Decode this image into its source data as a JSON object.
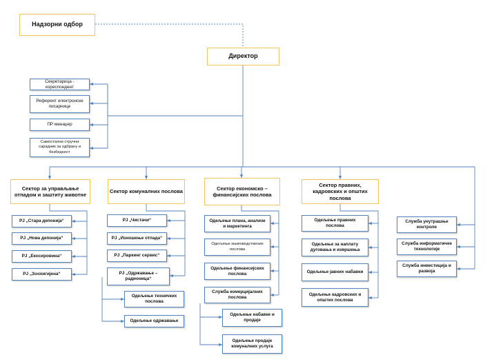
{
  "top": {
    "board": "Надзорни одбор",
    "director": "Директор"
  },
  "staff": [
    "Секретарица - кореспондент",
    "Референт електронске писарнице",
    "ПР менаџер",
    "Самостални стручни сарадник за одбрану и безбедност"
  ],
  "sectors": [
    "Сектор за управљање отпадом и заштиту животне",
    "Сектор комуналних послова",
    "Сектор економско – финансијских послова",
    "Сектор правних, кадровских и општих послова"
  ],
  "waste_units": [
    "РЈ „Стара депонија“",
    "РЈ „Нова депонија“",
    "РЈ „Екосировина“",
    "РЈ „Зоохигијена“"
  ],
  "communal_units": [
    "РЈ „Чистачи“",
    "РЈ „Изношење отпада“",
    "РЈ „Паркинг сервис“",
    "РЈ „Одржавање – радионица“"
  ],
  "communal_subunits": [
    "Одељење техничких послова",
    "Одељење одржавање"
  ],
  "finance_units": [
    "Одељење плана, анализе и маркетинга",
    "Одељење књиговодствених послова",
    "Одељење финансијских послова",
    "Служба комерцијалних послова"
  ],
  "commercial_subunits": [
    "Одељење набавке и продаје",
    "Одељење продаје комуналних услуга"
  ],
  "legal_units": [
    "Одељење правних послова",
    "Одељење за наплату дуговања и извршења",
    "Одељење јавних набавки",
    "Одељење кадровских и општих послова"
  ],
  "services": [
    "Служба унутрашње контроле",
    "Служба информатичке технологије",
    "Служба инвестиција и развоја"
  ]
}
